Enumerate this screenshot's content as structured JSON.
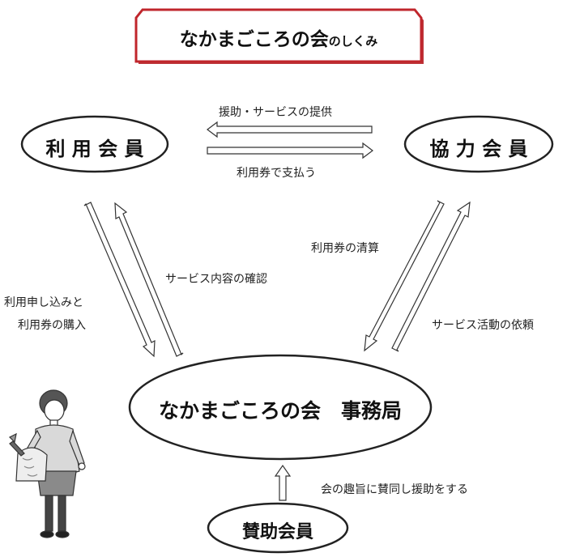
{
  "title": {
    "main": "なかまごころの会",
    "suffix": "のしくみ"
  },
  "nodes": {
    "user_member": "利 用 会 員",
    "cooperating_member": "協 力 会 員",
    "office": "なかまごころの会　事務局",
    "supporting_member": "賛助会員"
  },
  "edges": {
    "support_provision": "援助・サービスの提供",
    "pay_with_ticket": "利用券で支払う",
    "service_confirmation": "サービス内容の確認",
    "application_line1": "利用申し込みと",
    "application_line2": "利用券の購入",
    "ticket_settlement": "利用券の清算",
    "activity_request": "サービス活動の依頼",
    "supporter_agreement": "会の趣旨に賛同し援助をする"
  },
  "colors": {
    "title_border": "#c0262c",
    "stroke": "#333333"
  }
}
